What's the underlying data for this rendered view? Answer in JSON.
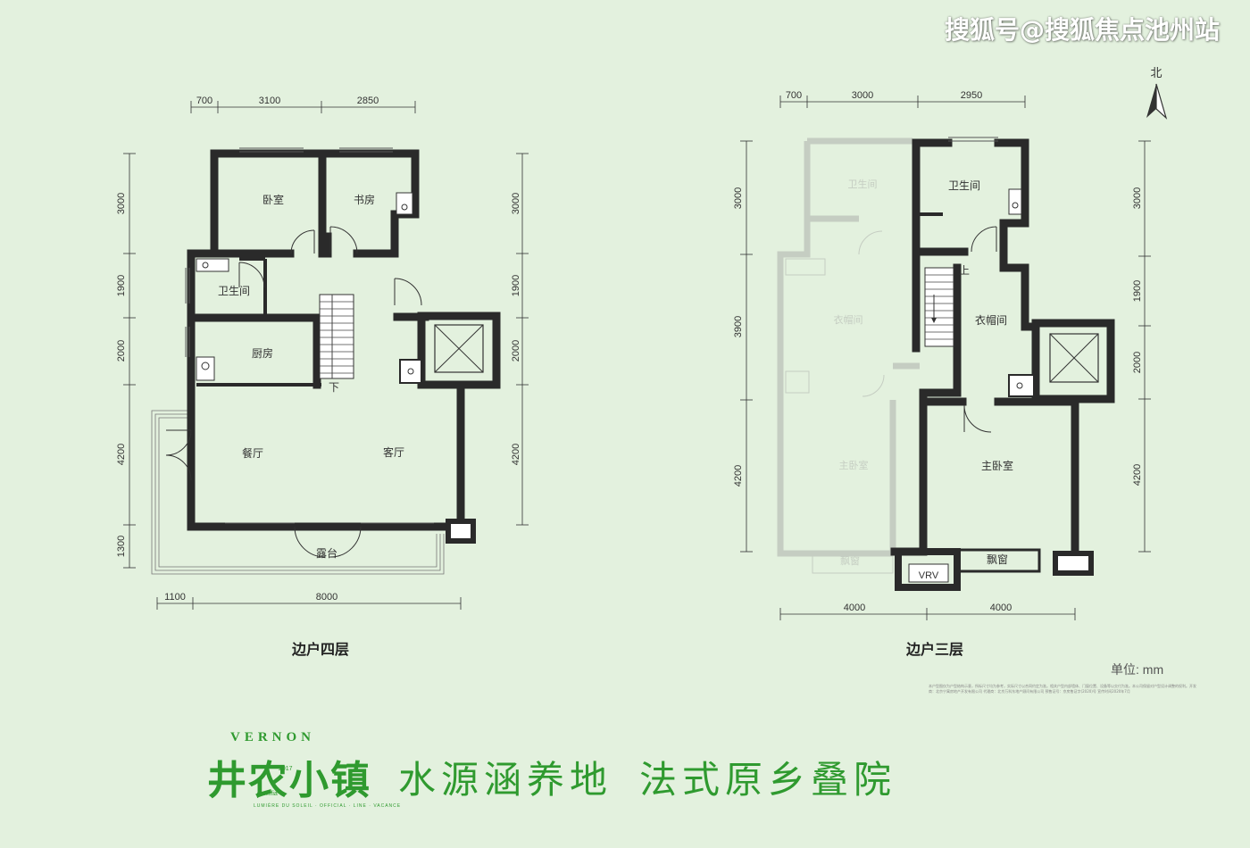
{
  "watermark": "搜狐号@搜狐焦点池州站",
  "north_label": "北",
  "unit_label": "单位: mm",
  "colors": {
    "wall": "#2a2a2a",
    "ghost": "#c5cdc2",
    "brand_green": "#2f9a2f",
    "background": "#e3f1de"
  },
  "plan_fourth": {
    "title": "边户四层",
    "dims_top": [
      "700",
      "3100",
      "2850"
    ],
    "dims_left": [
      "3000",
      "1900",
      "2000",
      "4200",
      "1300"
    ],
    "dims_right": [
      "3000",
      "1900",
      "2000",
      "4200"
    ],
    "dims_bottom": [
      "1100",
      "8000"
    ],
    "rooms": {
      "bedroom": "卧室",
      "study": "书房",
      "bathroom": "卫生间",
      "kitchen": "厨房",
      "dining": "餐厅",
      "living": "客厅",
      "terrace": "露台",
      "stair_down": "下"
    }
  },
  "plan_third": {
    "title": "边户三层",
    "dims_top": [
      "700",
      "3000",
      "2950"
    ],
    "dims_left": [
      "3000",
      "3900",
      "4200"
    ],
    "dims_right": [
      "3000",
      "1900",
      "2000",
      "4200"
    ],
    "dims_bottom": [
      "4000",
      "4000"
    ],
    "rooms": {
      "bathroom": "卫生间",
      "walkin_closet": "衣帽间",
      "master_bedroom": "主卧室",
      "bay_window": "飘窗",
      "vrv": "VRV",
      "stair_up": "上"
    },
    "ghost_rooms": {
      "bathroom": "卫生间",
      "walkin_closet": "衣帽间",
      "master_bedroom": "主卧室",
      "bay_window": "飘窗"
    }
  },
  "fineprint": "本户型图仅为户型结构示意，所标尺寸均为参考，实际尺寸以合同约定为准。相关户型内部墙体、门窗位置、设备等以交付为准。本公司保留对户型设计调整的权利。开发商：北京宁寓房地产开发有限公司  代理商：北京万科东地产顾问有限公司  预售证号：京房售证字(2020)号  宣传时间2020年7月",
  "brand": {
    "logo_text": "VERNON",
    "year": "2017",
    "name": "井农小镇",
    "sub": "Mifia",
    "tagline": "LUMIÈRE DU SOLEIL · OFFICIAL · LINE · VACANCE",
    "slogan_1": "水源涵养地",
    "slogan_2": "法式原乡叠院"
  }
}
